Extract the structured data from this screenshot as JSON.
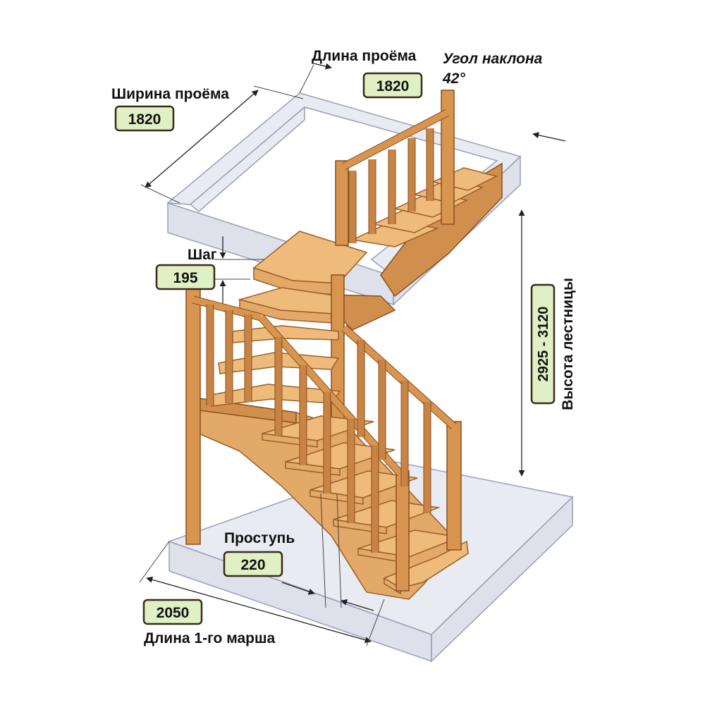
{
  "labels": {
    "opening_width": "Ширина проёма",
    "opening_length": "Длина проёма",
    "slope_angle": "Угол наклона",
    "slope_angle_value": "42°",
    "step": "Шаг",
    "tread": "Проступь",
    "stair_height": "Высота лестницы",
    "first_flight_length": "Длина 1-го марша"
  },
  "values": {
    "opening_width": "1820",
    "opening_length": "1820",
    "step": "195",
    "stair_height": "2925 - 3120",
    "tread": "220",
    "first_flight_length": "2050"
  },
  "colors": {
    "value_box_fill": "#dff0c4",
    "value_box_border": "#3b2a1a",
    "wood": "#e3a968",
    "glass": "#d7dae8"
  }
}
